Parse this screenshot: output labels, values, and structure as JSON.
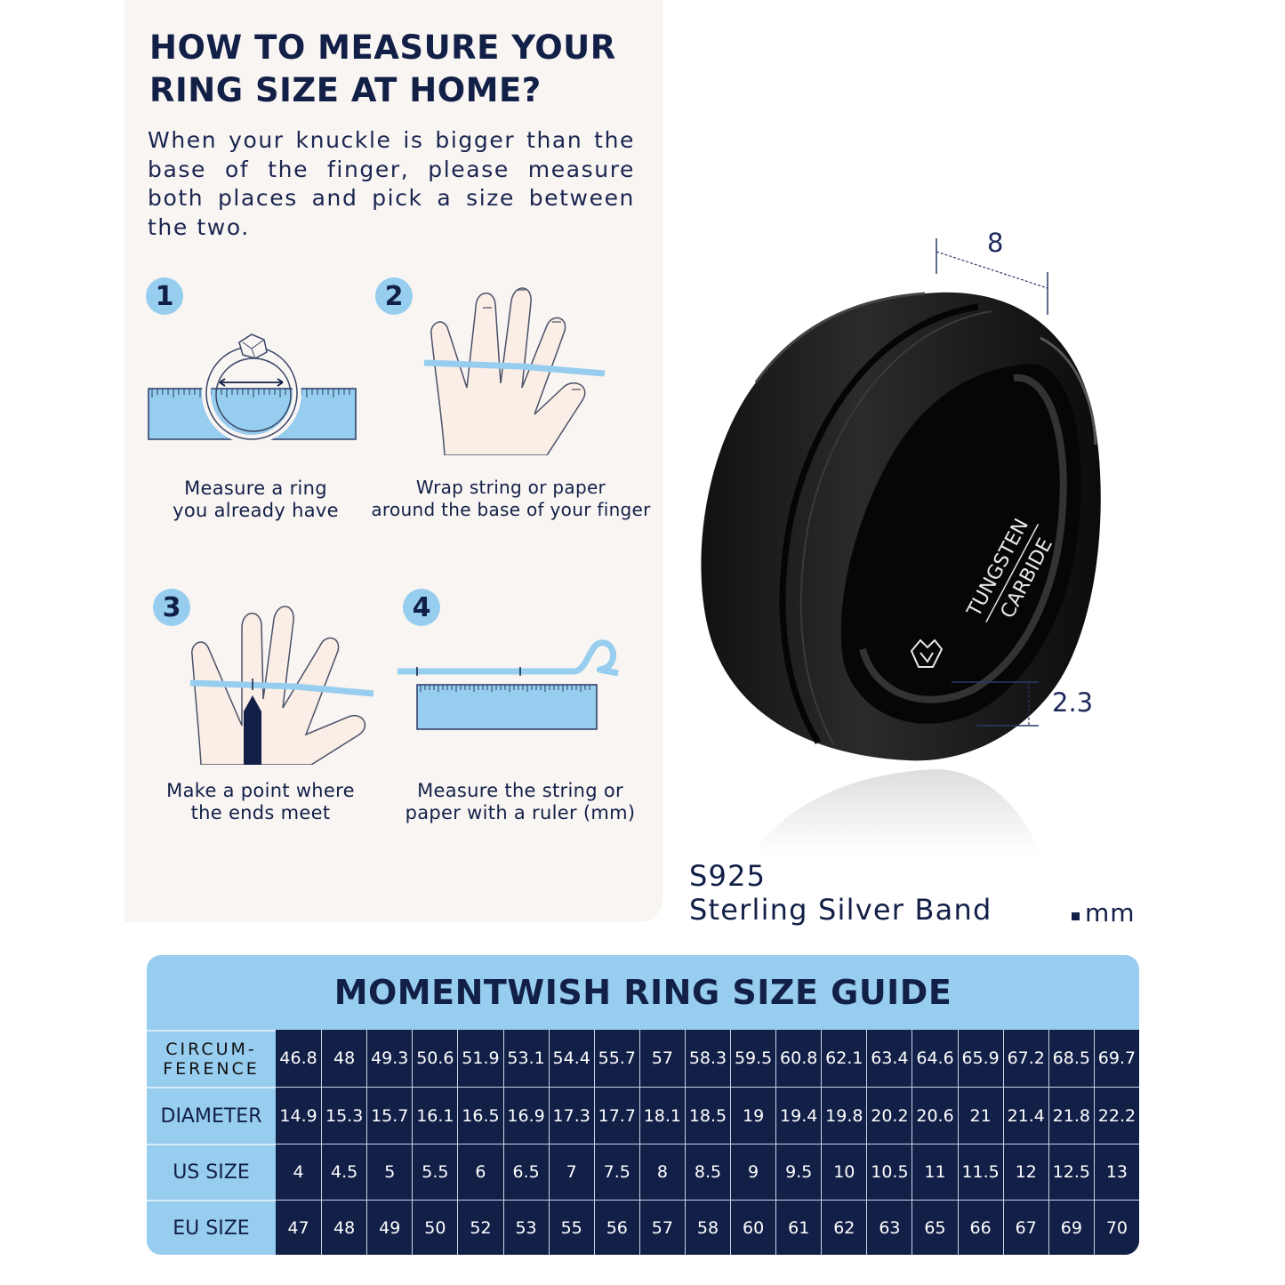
{
  "guide_panel": {
    "title_line1": "HOW TO MEASURE YOUR",
    "title_line2": "RING SIZE AT HOME?",
    "intro": "When your knuckle is bigger than the base of the finger, please measure both places and pick a size between the two.",
    "steps": [
      {
        "number": "1",
        "caption_line1": "Measure a ring",
        "caption_line2": "you already have"
      },
      {
        "number": "2",
        "caption_line1": "Wrap string or paper",
        "caption_line2": "around the base of your finger"
      },
      {
        "number": "3",
        "caption_line1": "Make a point where",
        "caption_line2": "the ends meet"
      },
      {
        "number": "4",
        "caption_line1": "Measure the string or",
        "caption_line2": "paper with a ruler (mm)"
      }
    ]
  },
  "product": {
    "engraving_line1": "TUNGSTEN",
    "engraving_line2": "CARBIDE",
    "width_dimension": "8",
    "thickness_dimension": "2.3",
    "name_line1": "S925",
    "name_line2": "Sterling Silver Band",
    "unit": "mm"
  },
  "size_guide": {
    "title": "MOMENTWISH RING SIZE GUIDE",
    "rows": [
      {
        "label_line1": "CIRCUM-",
        "label_line2": "FERENCE",
        "values": [
          "46.8",
          "48",
          "49.3",
          "50.6",
          "51.9",
          "53.1",
          "54.4",
          "55.7",
          "57",
          "58.3",
          "59.5",
          "60.8",
          "62.1",
          "63.4",
          "64.6",
          "65.9",
          "67.2",
          "68.5",
          "69.7"
        ]
      },
      {
        "label": "DIAMETER",
        "values": [
          "14.9",
          "15.3",
          "15.7",
          "16.1",
          "16.5",
          "16.9",
          "17.3",
          "17.7",
          "18.1",
          "18.5",
          "19",
          "19.4",
          "19.8",
          "20.2",
          "20.6",
          "21",
          "21.4",
          "21.8",
          "22.2"
        ]
      },
      {
        "label": "US SIZE",
        "values": [
          "4",
          "4.5",
          "5",
          "5.5",
          "6",
          "6.5",
          "7",
          "7.5",
          "8",
          "8.5",
          "9",
          "9.5",
          "10",
          "10.5",
          "11",
          "11.5",
          "12",
          "12.5",
          "13"
        ]
      },
      {
        "label": "EU SIZE",
        "values": [
          "47",
          "48",
          "49",
          "50",
          "52",
          "53",
          "55",
          "56",
          "57",
          "58",
          "60",
          "61",
          "62",
          "63",
          "65",
          "66",
          "67",
          "69",
          "70"
        ]
      }
    ]
  },
  "colors": {
    "navy": "#121f47",
    "light_blue": "#97cdee",
    "panel_bg": "#f8f5f3",
    "skin": "#fbeee6"
  }
}
